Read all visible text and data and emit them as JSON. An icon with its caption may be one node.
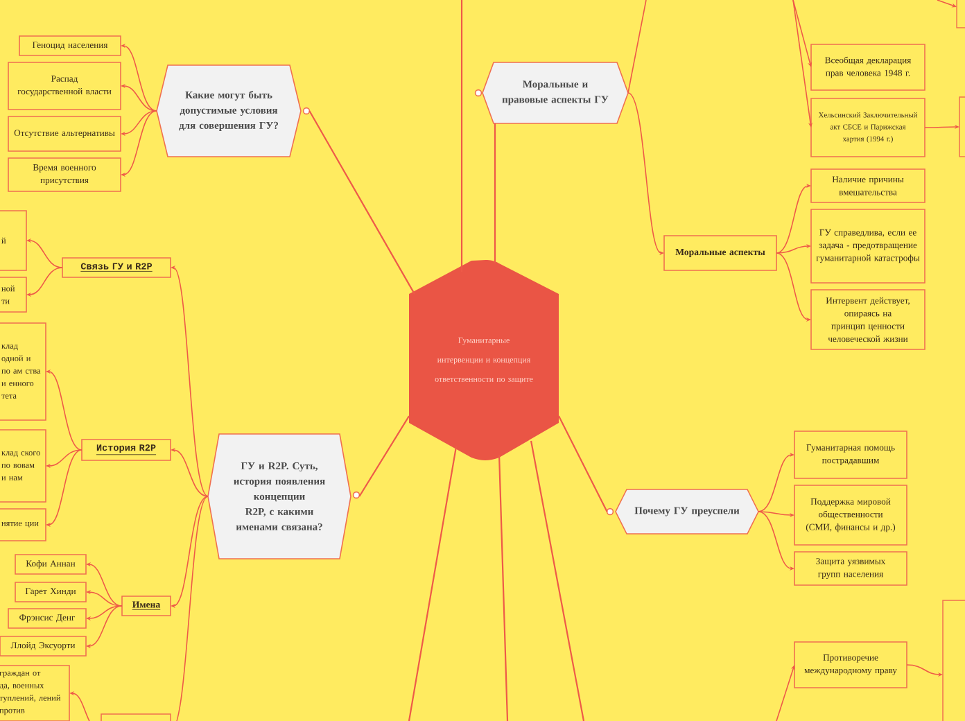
{
  "diagram": {
    "nodes": [
      {
        "text": [
          "Гуманитарные интервенции и концепция ответственности по защите"
        ]
      },
      {
        "text": [
          "Какие могут быть допустимые условия для совершения ГУ?"
        ]
      },
      {
        "text": [
          "Геноцид населения"
        ]
      },
      {
        "text": [
          "Распад государственной власти"
        ]
      },
      {
        "text": [
          "Отсутствие альтернативы"
        ]
      },
      {
        "text": [
          "Время военного присутствия"
        ]
      },
      {
        "text": [
          "Моральные и правовые аспекты ГУ"
        ]
      },
      {
        "text": [
          "Всеобщая декларация прав человека 1948 г."
        ]
      },
      {
        "text": [
          "Хельсинский Заключительный акт СБСЕ и Парижская хартия (1994 г.)"
        ]
      },
      {
        "text": [
          "Моральные аспекты"
        ]
      },
      {
        "text": [
          "Наличие причины вмешательства"
        ]
      },
      {
        "text": [
          "ГУ справедлива, если ее задача - предотвращение гуманитарной катастрофы"
        ]
      },
      {
        "text": [
          "Интервент действует, опираясь на принцип ценности человеческой жизни"
        ]
      },
      {
        "text": [
          "ГУ и R2P. Суть, история появления концепции R2P, с какими именами связана?"
        ]
      },
      {
        "text": [
          "Связь ГУ и R2P"
        ]
      },
      {
        "text": [
          "История R2P"
        ]
      },
      {
        "text": [
          "Имена"
        ]
      },
      {
        "text": [
          "Кофи Аннан"
        ]
      },
      {
        "text": [
          "Гарет Хинди"
        ]
      },
      {
        "text": [
          "Фрэнсис Денг"
        ]
      },
      {
        "text": [
          "Ллойд Эксуорти"
        ]
      },
      {
        "text": [
          "Почему ГУ преуспели"
        ]
      },
      {
        "text": [
          "Гуманитарная помощь пострадавшим"
        ]
      },
      {
        "text": [
          "Поддержка мировой общественности (СМИ, финансы и др.)"
        ]
      },
      {
        "text": [
          "Защита уязвимых групп населения"
        ]
      },
      {
        "text": [
          "Противоречие международному праву"
        ]
      },
      {
        "text": [
          "й"
        ]
      },
      {
        "text": [
          "ной ти"
        ]
      },
      {
        "text": [
          "клад одной и по ам ства и енного тета"
        ]
      },
      {
        "text": [
          "клад ского по вовам и нам"
        ]
      },
      {
        "text": [
          "нятие ции"
        ]
      },
      {
        "text": [
          "граждан от да, военных туплений, лений против"
        ]
      },
      {
        "text": [],
        "shape": "box"
      },
      {
        "text": [],
        "shape": "box"
      },
      {
        "text": [],
        "shape": "box"
      },
      {
        "text": [],
        "shape": "box"
      }
    ],
    "edges": [
      {
        "from": 0,
        "to": 1,
        "arrow": "none"
      },
      {
        "from": 0,
        "to": 6,
        "arrow": "none"
      },
      {
        "from": 0,
        "to": null,
        "arrow": "none"
      },
      {
        "from": 0,
        "to": 13,
        "arrow": "none"
      },
      {
        "from": 0,
        "to": 21,
        "arrow": "none"
      },
      {
        "from": 0,
        "to": null,
        "arrow": "none"
      },
      {
        "from": 0,
        "to": null,
        "arrow": "none"
      },
      {
        "from": 0,
        "to": null,
        "arrow": "none"
      },
      {
        "from": 1,
        "to": 2,
        "arrow": "to"
      },
      {
        "from": 1,
        "to": 3,
        "arrow": "to"
      },
      {
        "from": 1,
        "to": 4,
        "arrow": "to"
      },
      {
        "from": 1,
        "to": 5,
        "arrow": "to"
      },
      {
        "from": 6,
        "to": null,
        "arrow": "none"
      },
      {
        "from": 6,
        "to": 9,
        "arrow": "to"
      },
      {
        "from": null,
        "to": 7,
        "arrow": "to"
      },
      {
        "from": null,
        "to": 8,
        "arrow": "to"
      },
      {
        "from": 8,
        "to": 34,
        "arrow": "to"
      },
      {
        "from": null,
        "to": 33,
        "arrow": "to"
      },
      {
        "from": 9,
        "to": 10,
        "arrow": "to"
      },
      {
        "from": 9,
        "to": 11,
        "arrow": "to"
      },
      {
        "from": 9,
        "to": 12,
        "arrow": "to"
      },
      {
        "from": 13,
        "to": 14,
        "arrow": "to"
      },
      {
        "from": 13,
        "to": 15,
        "arrow": "to"
      },
      {
        "from": 13,
        "to": 16,
        "arrow": "to"
      },
      {
        "from": 13,
        "to": 32,
        "arrow": "none"
      },
      {
        "from": 14,
        "to": 26,
        "arrow": "to"
      },
      {
        "from": 14,
        "to": 27,
        "arrow": "to"
      },
      {
        "from": 15,
        "to": 28,
        "arrow": "to"
      },
      {
        "from": 15,
        "to": 29,
        "arrow": "to"
      },
      {
        "from": 15,
        "to": 30,
        "arrow": "to"
      },
      {
        "from": 16,
        "to": 17,
        "arrow": "to"
      },
      {
        "from": 16,
        "to": 18,
        "arrow": "to"
      },
      {
        "from": 16,
        "to": 19,
        "arrow": "to"
      },
      {
        "from": 16,
        "to": 20,
        "arrow": "to"
      },
      {
        "from": 32,
        "to": 31,
        "arrow": "to"
      },
      {
        "from": 21,
        "to": 22,
        "arrow": "to"
      },
      {
        "from": 21,
        "to": 23,
        "arrow": "to"
      },
      {
        "from": 21,
        "to": 24,
        "arrow": "to"
      },
      {
        "from": null,
        "to": 25,
        "arrow": "to"
      },
      {
        "from": 25,
        "to": 35,
        "arrow": "to"
      }
    ]
  }
}
